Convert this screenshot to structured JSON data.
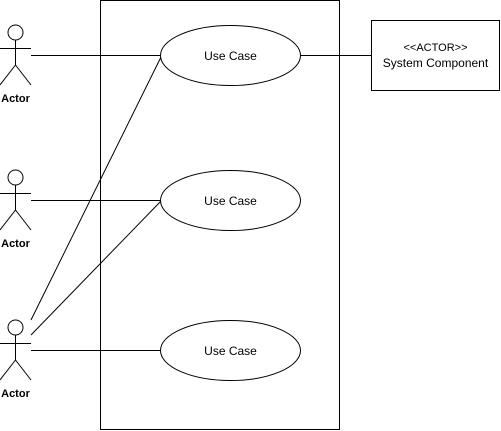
{
  "actors": [
    {
      "label": "Actor"
    },
    {
      "label": "Actor"
    },
    {
      "label": "Actor"
    }
  ],
  "use_cases": [
    {
      "label": "Use Case"
    },
    {
      "label": "Use Case"
    },
    {
      "label": "Use Case"
    }
  ],
  "component": {
    "stereotype": "<<ACTOR>>",
    "name": "System Component"
  },
  "colors": {
    "line": "#000000",
    "background": "#ffffff"
  }
}
